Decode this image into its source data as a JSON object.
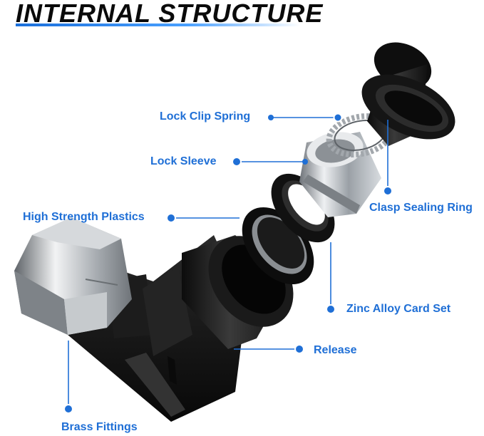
{
  "title": "INTERNAL STRUCTURE",
  "colors": {
    "accent": "#1f6fd6",
    "title": "#0a0a0a",
    "part_black": "#151515",
    "part_metal": "#b9bec4"
  },
  "labels": {
    "lock_clip_spring": "Lock Clip Spring",
    "lock_sleeve": "Lock Sleeve",
    "high_strength_plastics": "High Strength Plastics",
    "clasp_sealing_ring": "Clasp Sealing Ring",
    "zinc_alloy_card_set": "Zinc Alloy Card Set",
    "release": "Release",
    "brass_fittings": "Brass Fittings"
  }
}
